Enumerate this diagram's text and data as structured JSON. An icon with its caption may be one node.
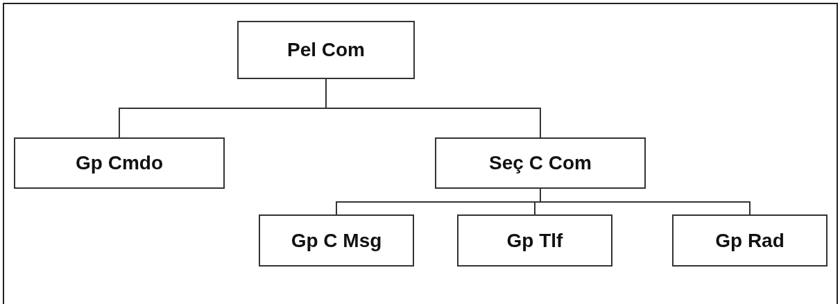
{
  "diagram": {
    "nodes": [
      {
        "text": [
          "Pel Com"
        ]
      },
      {
        "text": [
          "Gp Cmdo"
        ]
      },
      {
        "text": [
          "Seç C Com"
        ]
      },
      {
        "text": [
          "Gp C Msg"
        ]
      },
      {
        "text": [
          "Gp Tlf"
        ]
      },
      {
        "text": [
          "Gp Rad"
        ]
      }
    ],
    "edges": [
      {
        "from": 0,
        "to": 1,
        "arrow": "none"
      },
      {
        "from": 0,
        "to": 2,
        "arrow": "none"
      },
      {
        "from": 2,
        "to": 3,
        "arrow": "none"
      },
      {
        "from": 2,
        "to": 4,
        "arrow": "none"
      },
      {
        "from": 2,
        "to": 5,
        "arrow": "none"
      }
    ]
  }
}
